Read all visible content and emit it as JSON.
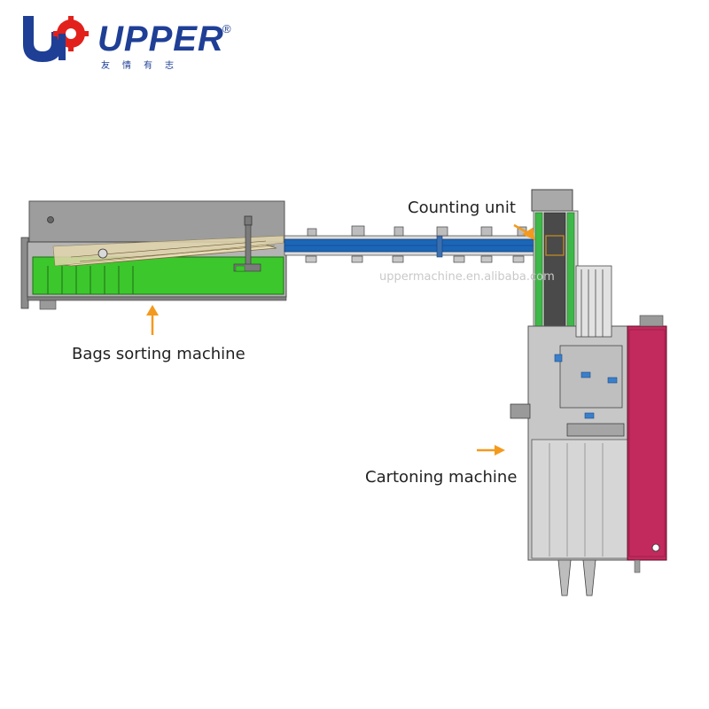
{
  "logo": {
    "brand": "UPPER",
    "registered": "®",
    "subtitle": "友情有志"
  },
  "labels": {
    "counting_unit": "Counting unit",
    "bags_sorting_machine": "Bags sorting machine",
    "cartoning_machine": "Cartoning machine"
  },
  "watermark": "uppermachine.en.alibaba.com",
  "colors": {
    "brand_blue": "#1f3f96",
    "brand_red": "#e2211c",
    "frame_gray": "#9a9a9a",
    "sorter_green": "#3cc72c",
    "counter_green": "#3fb84a",
    "conveyor_blue": "#1c66b8",
    "cartoner_magenta": "#c22a5e",
    "arrow_orange": "#f39a1e"
  }
}
